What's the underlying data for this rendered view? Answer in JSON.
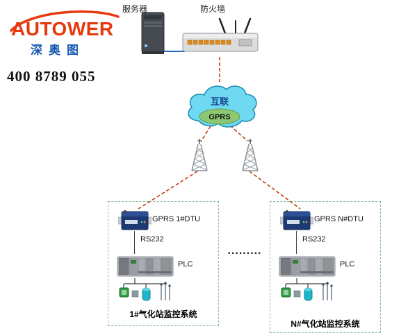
{
  "logo": {
    "brand": "AUTOWER",
    "brand_cn": "深奥图",
    "phone": "400 8789 055"
  },
  "top_devices": {
    "server_label": "服务器",
    "firewall_label": "防火墙"
  },
  "cloud": {
    "label": "互联",
    "badge": "GPRS"
  },
  "separator_dots": ".........",
  "stations": [
    {
      "dtu_label": "GPRS 1#DTU",
      "link_label": "RS232",
      "plc_label": "PLC",
      "title": "1#气化站监控系统"
    },
    {
      "dtu_label": "GPRS N#DTU",
      "link_label": "RS232",
      "plc_label": "PLC",
      "title": "N#气化站监控系统"
    }
  ],
  "colors": {
    "brand_red": "#e8380d",
    "brand_blue": "#1558b0",
    "cloud_fill": "#6fd9f2",
    "cloud_border": "#1b8ab0",
    "gprs_fill": "#8cc873",
    "dashed_link": "#c43b11",
    "station_border": "#86b8a0"
  }
}
